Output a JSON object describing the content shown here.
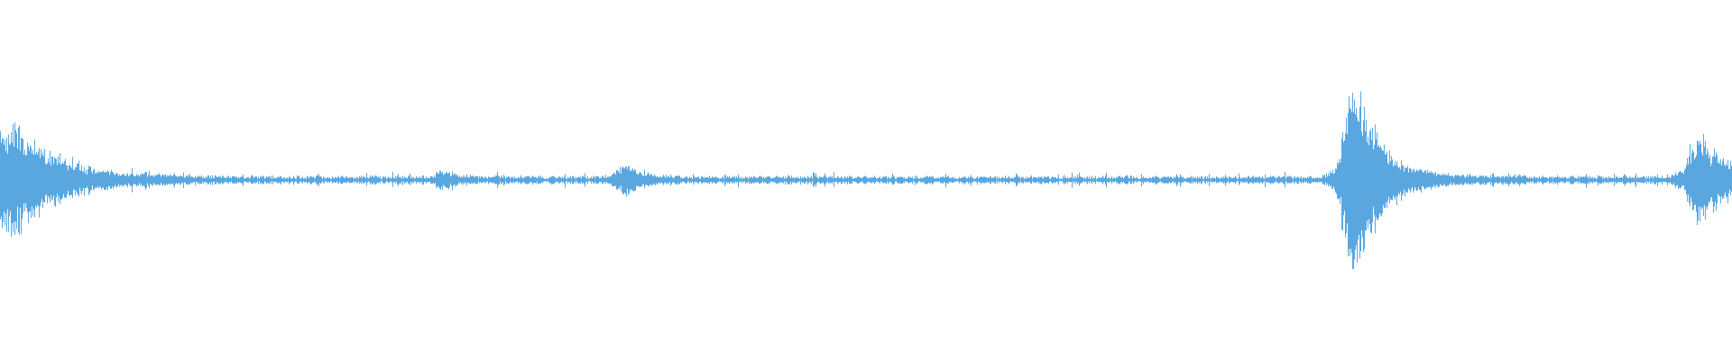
{
  "waveform": {
    "color": "#5aa7e0",
    "background": "#ffffff",
    "description_of_content": "",
    "events": [
      {
        "position": 0.0,
        "amplitude": 0.52,
        "decay": 0.03
      },
      {
        "position": 0.006,
        "amplitude": 0.48,
        "decay": 0.02
      },
      {
        "position": 0.253,
        "amplitude": 0.12,
        "decay": 0.008
      },
      {
        "position": 0.356,
        "amplitude": 0.14,
        "decay": 0.01
      },
      {
        "position": 0.361,
        "amplitude": 0.13,
        "decay": 0.008
      },
      {
        "position": 0.776,
        "amplitude": 0.7,
        "decay": 0.012
      },
      {
        "position": 0.78,
        "amplitude": 0.98,
        "decay": 0.01
      },
      {
        "position": 0.785,
        "amplitude": 0.45,
        "decay": 0.02
      },
      {
        "position": 0.976,
        "amplitude": 0.36,
        "decay": 0.012
      },
      {
        "position": 0.982,
        "amplitude": 0.4,
        "decay": 0.02
      }
    ],
    "noise_floor": 0.045
  }
}
